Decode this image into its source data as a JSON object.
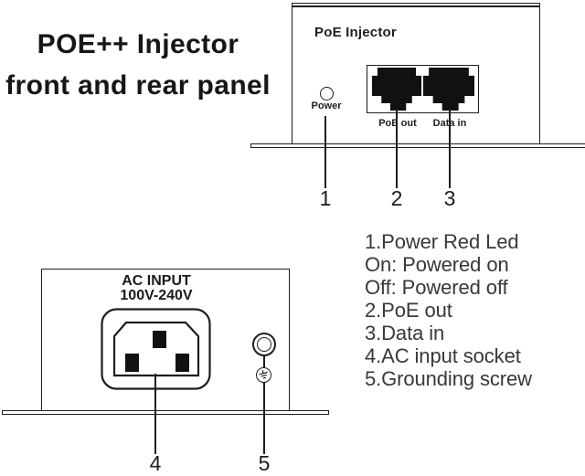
{
  "colors": {
    "background": "#ffffff",
    "line": "#1d1d1d",
    "title_text": "#161616",
    "legend_text": "#383838",
    "port_fill": "#111111"
  },
  "title": {
    "line1": "POE++ Injector",
    "line2": "front and rear panel"
  },
  "front_panel": {
    "name_label": "PoE Injector",
    "power_led_label": "Power",
    "port_labels": {
      "poe_out": "PoE out",
      "data_in": "Data in"
    },
    "callout_1": "1",
    "callout_2": "2",
    "callout_3": "3"
  },
  "rear_panel": {
    "ac_label_line1": "AC INPUT",
    "ac_label_line2": "100V-240V",
    "callout_4": "4",
    "callout_5": "5"
  },
  "legend": {
    "lines": [
      "1.Power Red Led",
      "On: Powered on",
      "Off: Powered off",
      "2.PoE out",
      "3.Data in",
      "4.AC input socket",
      "5.Grounding screw"
    ]
  }
}
